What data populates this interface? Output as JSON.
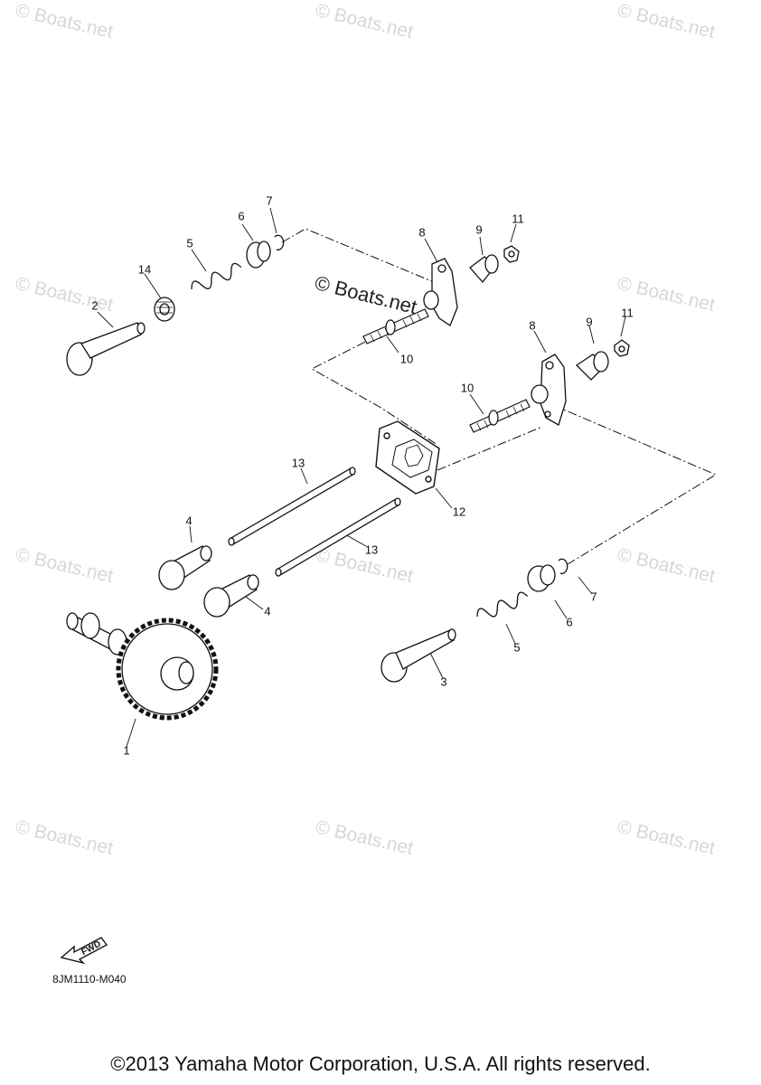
{
  "watermark": "© Boats.net",
  "center_watermark": "© Boats.net",
  "callouts": {
    "p1": "1",
    "p2": "2",
    "p3": "3",
    "p4a": "4",
    "p4b": "4",
    "p5a": "5",
    "p5b": "5",
    "p6a": "6",
    "p6b": "6",
    "p7a": "7",
    "p7b": "7",
    "p8a": "8",
    "p8b": "8",
    "p9a": "9",
    "p9b": "9",
    "p10a": "10",
    "p10b": "10",
    "p11a": "11",
    "p11b": "11",
    "p12": "12",
    "p13a": "13",
    "p13b": "13",
    "p14": "14"
  },
  "fwd_label": "FWD",
  "diagram_code": "8JM1110-M040",
  "copyright": "©2013 Yamaha Motor Corporation, U.S.A. All rights reserved."
}
